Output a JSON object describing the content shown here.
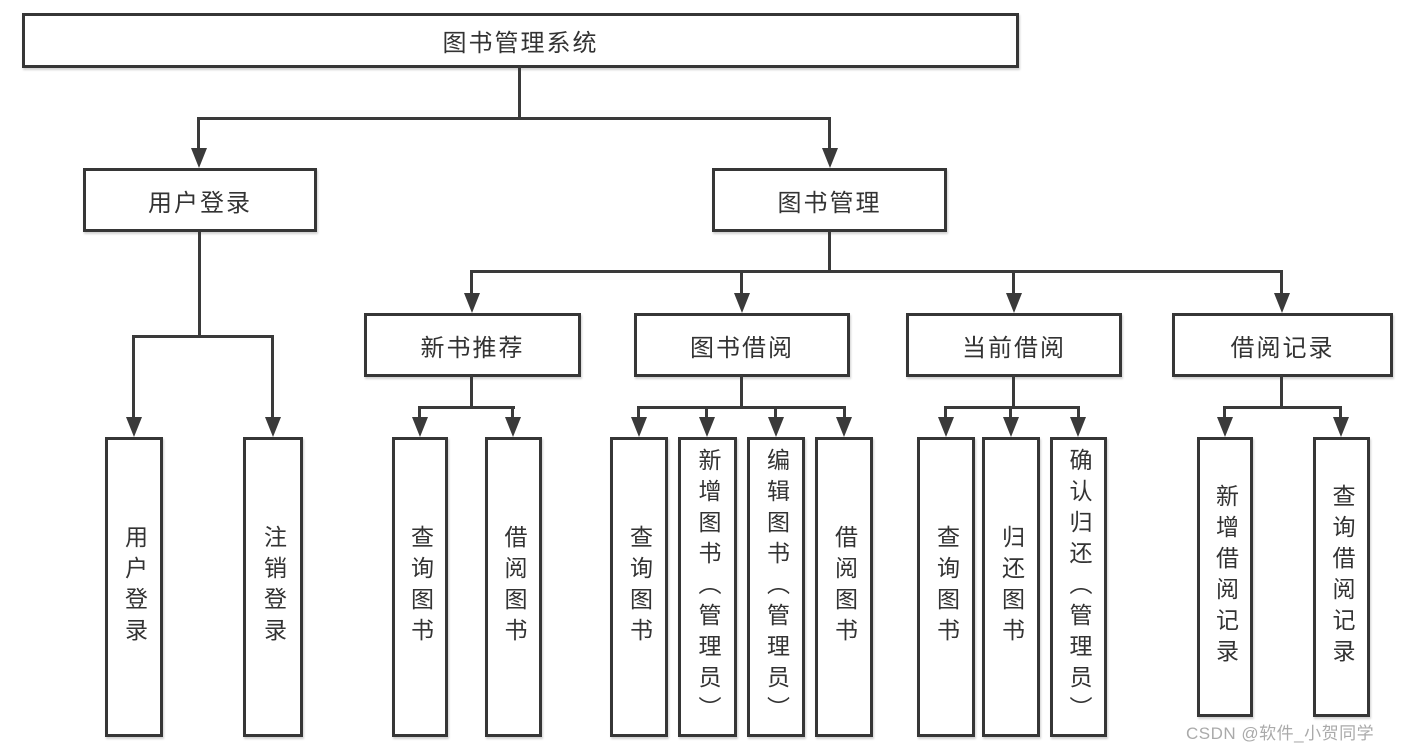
{
  "diagram": {
    "type": "hierarchy-tree",
    "root": {
      "label": "图书管理系统",
      "children": [
        {
          "label": "用户登录",
          "children": [
            {
              "label": "用户登录"
            },
            {
              "label": "注销登录"
            }
          ]
        },
        {
          "label": "图书管理",
          "children": [
            {
              "label": "新书推荐",
              "children": [
                {
                  "label": "查询图书"
                },
                {
                  "label": "借阅图书"
                }
              ]
            },
            {
              "label": "图书借阅",
              "children": [
                {
                  "label": "查询图书"
                },
                {
                  "label": "新增图书（管理员）"
                },
                {
                  "label": "编辑图书（管理员）"
                },
                {
                  "label": "借阅图书"
                }
              ]
            },
            {
              "label": "当前借阅",
              "children": [
                {
                  "label": "查询图书"
                },
                {
                  "label": "归还图书"
                },
                {
                  "label": "确认归还（管理员）"
                }
              ]
            },
            {
              "label": "借阅记录",
              "children": [
                {
                  "label": "新增借阅记录"
                },
                {
                  "label": "查询借阅记录"
                }
              ]
            }
          ]
        }
      ]
    },
    "colors": {
      "line": "#3a3a3a",
      "border": "#363636",
      "text": "#333333",
      "background": "#ffffff",
      "watermark": "#9b9b9b"
    }
  },
  "watermark": {
    "text": "CSDN @软件_小贺同学"
  }
}
